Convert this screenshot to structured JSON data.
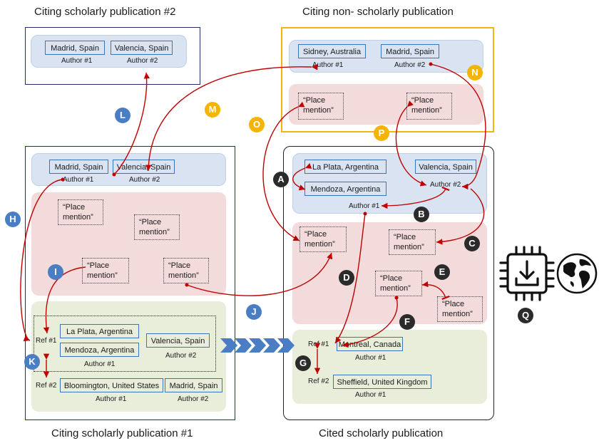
{
  "titles": {
    "citing2": "Citing scholarly publication #2",
    "nonscholarly": "Citing non- scholarly publication",
    "citing1": "Citing scholarly publication #1",
    "cited": "Cited scholarly publication"
  },
  "citing2": {
    "locations": [
      "Madrid, Spain",
      "Valencia, Spain"
    ],
    "authors": [
      "Author #1",
      "Author #2"
    ]
  },
  "nonscholarly": {
    "locations": [
      "Sidney, Australia",
      "Madrid, Spain"
    ],
    "authors": [
      "Author #1",
      "Author #2"
    ],
    "places": [
      [
        "“Place",
        "mention”"
      ],
      [
        "“Place",
        "mention”"
      ]
    ]
  },
  "citing1": {
    "locations": [
      "Madrid, Spain",
      "Valencia, Spain"
    ],
    "authors": [
      "Author #1",
      "Author #2"
    ],
    "places": [
      [
        "“Place",
        "mention”"
      ],
      [
        "“Place",
        "mention”"
      ],
      [
        "“Place",
        "mention”"
      ],
      [
        "“Place",
        "mention”"
      ]
    ],
    "ref1": {
      "label": "Ref #1",
      "locations": [
        "La Plata, Argentina",
        "Mendoza, Argentina",
        "Valencia, Spain"
      ],
      "authors": [
        "Author #1",
        "Author #2"
      ]
    },
    "ref2": {
      "label": "Ref #2",
      "locations": [
        "Bloomington, United States",
        "Madrid, Spain"
      ],
      "authors": [
        "Author #1",
        "Author #2"
      ]
    }
  },
  "cited": {
    "locations": [
      "La Plata, Argentina",
      "Mendoza, Argentina",
      "Valencia, Spain"
    ],
    "authors": [
      "Author #1",
      "Author #2"
    ],
    "places": [
      [
        "“Place",
        "mention”"
      ],
      [
        "“Place",
        "mention”"
      ],
      [
        "“Place",
        "mention”"
      ],
      [
        "“Place",
        "mention”"
      ]
    ],
    "ref1": {
      "label": "Ref #1",
      "location": "Montreal, Canada",
      "author": "Author #1"
    },
    "ref2": {
      "label": "Ref #2",
      "location": "Sheffield, United Kingdom",
      "author": "Author #1"
    }
  },
  "badges": {
    "A": "A",
    "B": "B",
    "C": "C",
    "D": "D",
    "E": "E",
    "F": "F",
    "G": "G",
    "H": "H",
    "I": "I",
    "J": "J",
    "K": "K",
    "L": "L",
    "M": "M",
    "N": "N",
    "O": "O",
    "P": "P",
    "Q": "Q"
  },
  "colors": {
    "arrow": "#c00000",
    "blue_badge": "#4a7ec4",
    "gold_badge": "#f5b400",
    "dark_badge": "#2b2b2b",
    "chevron": "#4a7ec4"
  },
  "icons": [
    "download-chip-icon",
    "globe-icon"
  ]
}
